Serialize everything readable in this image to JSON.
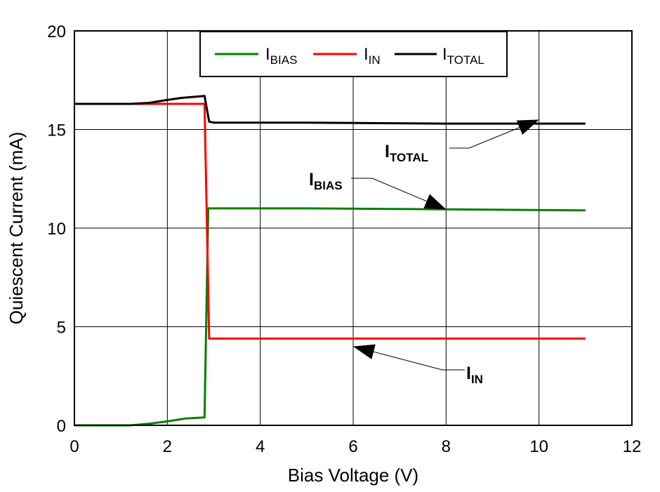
{
  "chart_data": {
    "type": "line",
    "title": "",
    "xlabel": "Bias Voltage (V)",
    "ylabel": "Quiescent Current (mA)",
    "xlim": [
      0,
      12
    ],
    "ylim": [
      0,
      20
    ],
    "xticks": [
      0,
      2,
      4,
      6,
      8,
      10,
      12
    ],
    "yticks": [
      0,
      5,
      10,
      15,
      20
    ],
    "grid": true,
    "legend_position": "top-center",
    "series": [
      {
        "name": "I",
        "name_sub": "BIAS",
        "color": "#008000",
        "x": [
          0,
          1.2,
          1.6,
          2.0,
          2.4,
          2.8,
          2.88,
          3.0,
          5,
          8,
          11
        ],
        "y": [
          0,
          0,
          0.08,
          0.2,
          0.35,
          0.4,
          11.0,
          11.0,
          11.0,
          10.95,
          10.9
        ]
      },
      {
        "name": "I",
        "name_sub": "IN",
        "color": "#ff0000",
        "x": [
          0,
          1.2,
          2.0,
          2.8,
          2.9,
          3.0,
          5,
          8,
          11
        ],
        "y": [
          16.3,
          16.3,
          16.3,
          16.3,
          4.4,
          4.4,
          4.4,
          4.4,
          4.4
        ]
      },
      {
        "name": "I",
        "name_sub": "TOTAL",
        "color": "#000000",
        "x": [
          0,
          1.2,
          1.6,
          2.0,
          2.3,
          2.8,
          2.9,
          3.0,
          5,
          8,
          11
        ],
        "y": [
          16.3,
          16.3,
          16.35,
          16.5,
          16.6,
          16.7,
          15.4,
          15.35,
          15.35,
          15.3,
          15.3
        ]
      }
    ],
    "annotations": [
      {
        "label": "I",
        "sub": "TOTAL",
        "target": [
          10.0,
          15.5
        ]
      },
      {
        "label": "I",
        "sub": "BIAS",
        "target": [
          8.0,
          10.95
        ]
      },
      {
        "label": "I",
        "sub": "IN",
        "target": [
          6.0,
          4.0
        ]
      }
    ]
  }
}
